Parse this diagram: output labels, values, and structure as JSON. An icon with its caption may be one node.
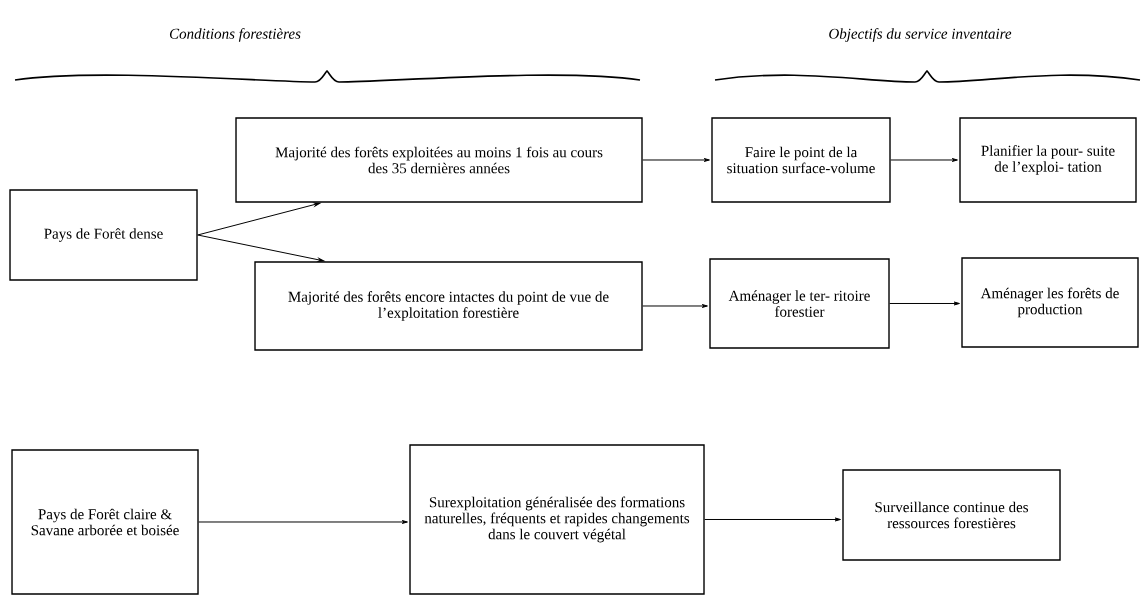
{
  "diagram": {
    "nodes": [
      {
        "text": [
          "Pays de Forêt dense"
        ]
      },
      {
        "text": [
          "Majorité des forêts exploitées au moins 1 fois au cours des 35 dernières années"
        ]
      },
      {
        "text": [
          "Majorité des forêts encore intactes du point de vue de l’exploitation forestière"
        ]
      },
      {
        "text": [
          "Faire le point de la situation surface-volume"
        ]
      },
      {
        "text": [
          "Planifier la pour- suite de l’exploi- tation"
        ]
      },
      {
        "text": [
          "Aménager le ter- ritoire forestier"
        ]
      },
      {
        "text": [
          "Aménager les forêts de production"
        ]
      },
      {
        "text": [
          "Pays de Forêt claire & Savane arborée et boisée"
        ]
      },
      {
        "text": [
          "Surexploitation généralisée des formations naturelles, fréquents et rapides changements dans le couvert végétal"
        ]
      },
      {
        "text": [
          "Surveillance continue des ressources forestières"
        ]
      }
    ],
    "edges": [
      {
        "from": 0,
        "to": 1,
        "arrow": "to"
      },
      {
        "from": 0,
        "to": 2,
        "arrow": "to"
      },
      {
        "from": 1,
        "to": 3,
        "arrow": "to"
      },
      {
        "from": 3,
        "to": 4,
        "arrow": "to"
      },
      {
        "from": 2,
        "to": 5,
        "arrow": "to"
      },
      {
        "from": 5,
        "to": 6,
        "arrow": "to"
      },
      {
        "from": 7,
        "to": 8,
        "arrow": "to"
      },
      {
        "from": 8,
        "to": 9,
        "arrow": "to"
      }
    ],
    "labels": [
      "Conditions forestières",
      "Objectifs du service inventaire"
    ]
  }
}
